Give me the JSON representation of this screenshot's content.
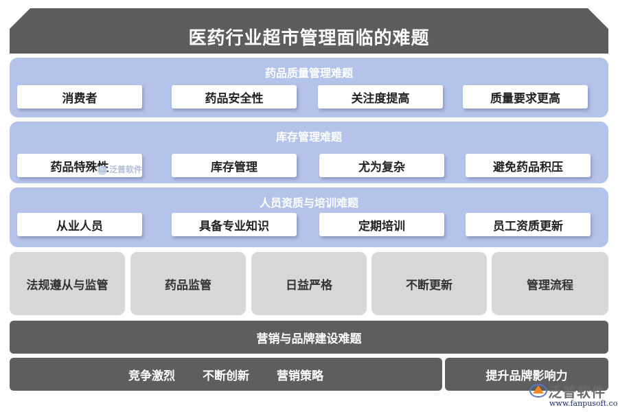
{
  "title": "医药行业超市管理面临的难题",
  "sections": [
    {
      "title": "药品质量管理难题",
      "items": [
        "消费者",
        "药品安全性",
        "关注度提高",
        "质量要求更高"
      ]
    },
    {
      "title": "库存管理难题",
      "items": [
        "药品特殊性",
        "库存管理",
        "尤为复杂",
        "避免药品积压"
      ]
    },
    {
      "title": "人员资质与培训难题",
      "items": [
        "从业人员",
        "具备专业知识",
        "定期培训",
        "员工资质更新"
      ]
    }
  ],
  "regulation_boxes": [
    "法规遵从与监管",
    "药品监管",
    "日益严格",
    "不断更新",
    "管理流程"
  ],
  "marketing": {
    "title": "营销与品牌建设难题",
    "items": [
      "竞争激烈",
      "不断创新",
      "营销策略"
    ],
    "side_item": "提升品牌影响力"
  },
  "watermark": {
    "mid_text": "泛普软件",
    "brand": "泛普软件",
    "url": "www.fanpusoft.com"
  },
  "colors": {
    "header": "#5d5d5d",
    "band": "#b4c3ea",
    "grey_box": "#d8d8d8",
    "dark_bar": "#5e5e5e"
  }
}
